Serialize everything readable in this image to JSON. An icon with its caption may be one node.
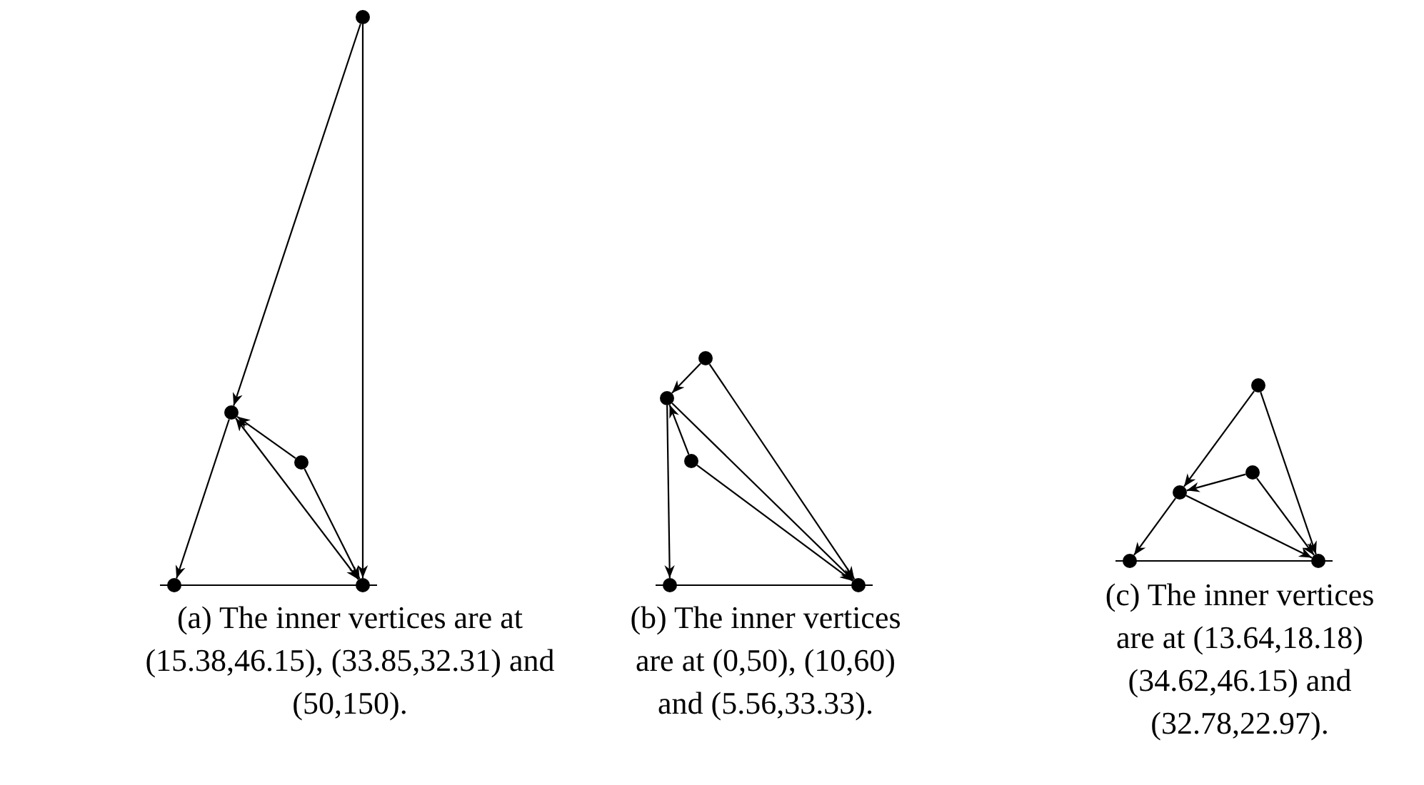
{
  "diagram": {
    "nodes": [
      {
        "text": [],
        "shape": "circle"
      },
      {
        "text": [],
        "shape": "circle"
      },
      {
        "text": [],
        "shape": "circle"
      },
      {
        "text": [],
        "shape": "circle"
      },
      {
        "text": [],
        "shape": "circle"
      },
      {
        "text": [],
        "shape": "circle"
      },
      {
        "text": [],
        "shape": "circle"
      },
      {
        "text": [],
        "shape": "circle"
      },
      {
        "text": [],
        "shape": "circle"
      },
      {
        "text": [],
        "shape": "circle"
      },
      {
        "text": [],
        "shape": "circle"
      },
      {
        "text": [],
        "shape": "circle"
      },
      {
        "text": [],
        "shape": "circle"
      },
      {
        "text": [],
        "shape": "circle"
      },
      {
        "text": [],
        "shape": "circle"
      }
    ],
    "edges": [
      {
        "from": 0,
        "to": 1,
        "arrow": "to"
      },
      {
        "from": 0,
        "to": 4,
        "arrow": "to"
      },
      {
        "from": 1,
        "to": 3,
        "arrow": "to"
      },
      {
        "from": 2,
        "to": 1,
        "arrow": "to"
      },
      {
        "from": 2,
        "to": 4,
        "arrow": "to"
      },
      {
        "from": 1,
        "to": 4,
        "arrow": "both"
      },
      {
        "from": 3,
        "to": 4,
        "arrow": "none"
      },
      {
        "from": 5,
        "to": 6,
        "arrow": "to"
      },
      {
        "from": 5,
        "to": 9,
        "arrow": "to"
      },
      {
        "from": 6,
        "to": 8,
        "arrow": "to"
      },
      {
        "from": 7,
        "to": 6,
        "arrow": "to"
      },
      {
        "from": 7,
        "to": 9,
        "arrow": "to"
      },
      {
        "from": 6,
        "to": 9,
        "arrow": "to"
      },
      {
        "from": 8,
        "to": 9,
        "arrow": "none"
      },
      {
        "from": 10,
        "to": 11,
        "arrow": "to"
      },
      {
        "from": 10,
        "to": 14,
        "arrow": "to"
      },
      {
        "from": 12,
        "to": 11,
        "arrow": "to"
      },
      {
        "from": 12,
        "to": 14,
        "arrow": "to"
      },
      {
        "from": 11,
        "to": 13,
        "arrow": "to"
      },
      {
        "from": 11,
        "to": 14,
        "arrow": "to"
      },
      {
        "from": 13,
        "to": 14,
        "arrow": "none"
      }
    ],
    "labels": [
      "(a) The inner vertices are at (15.38,46.15), (33.85,32.31) and (50,150).",
      "(b) The inner vertices are at (0,50), (10,60) and (5.56,33.33).",
      "(c) The inner vertices are at (13.64,18.18) (34.62,46.15) and (32.78,22.97)."
    ]
  }
}
